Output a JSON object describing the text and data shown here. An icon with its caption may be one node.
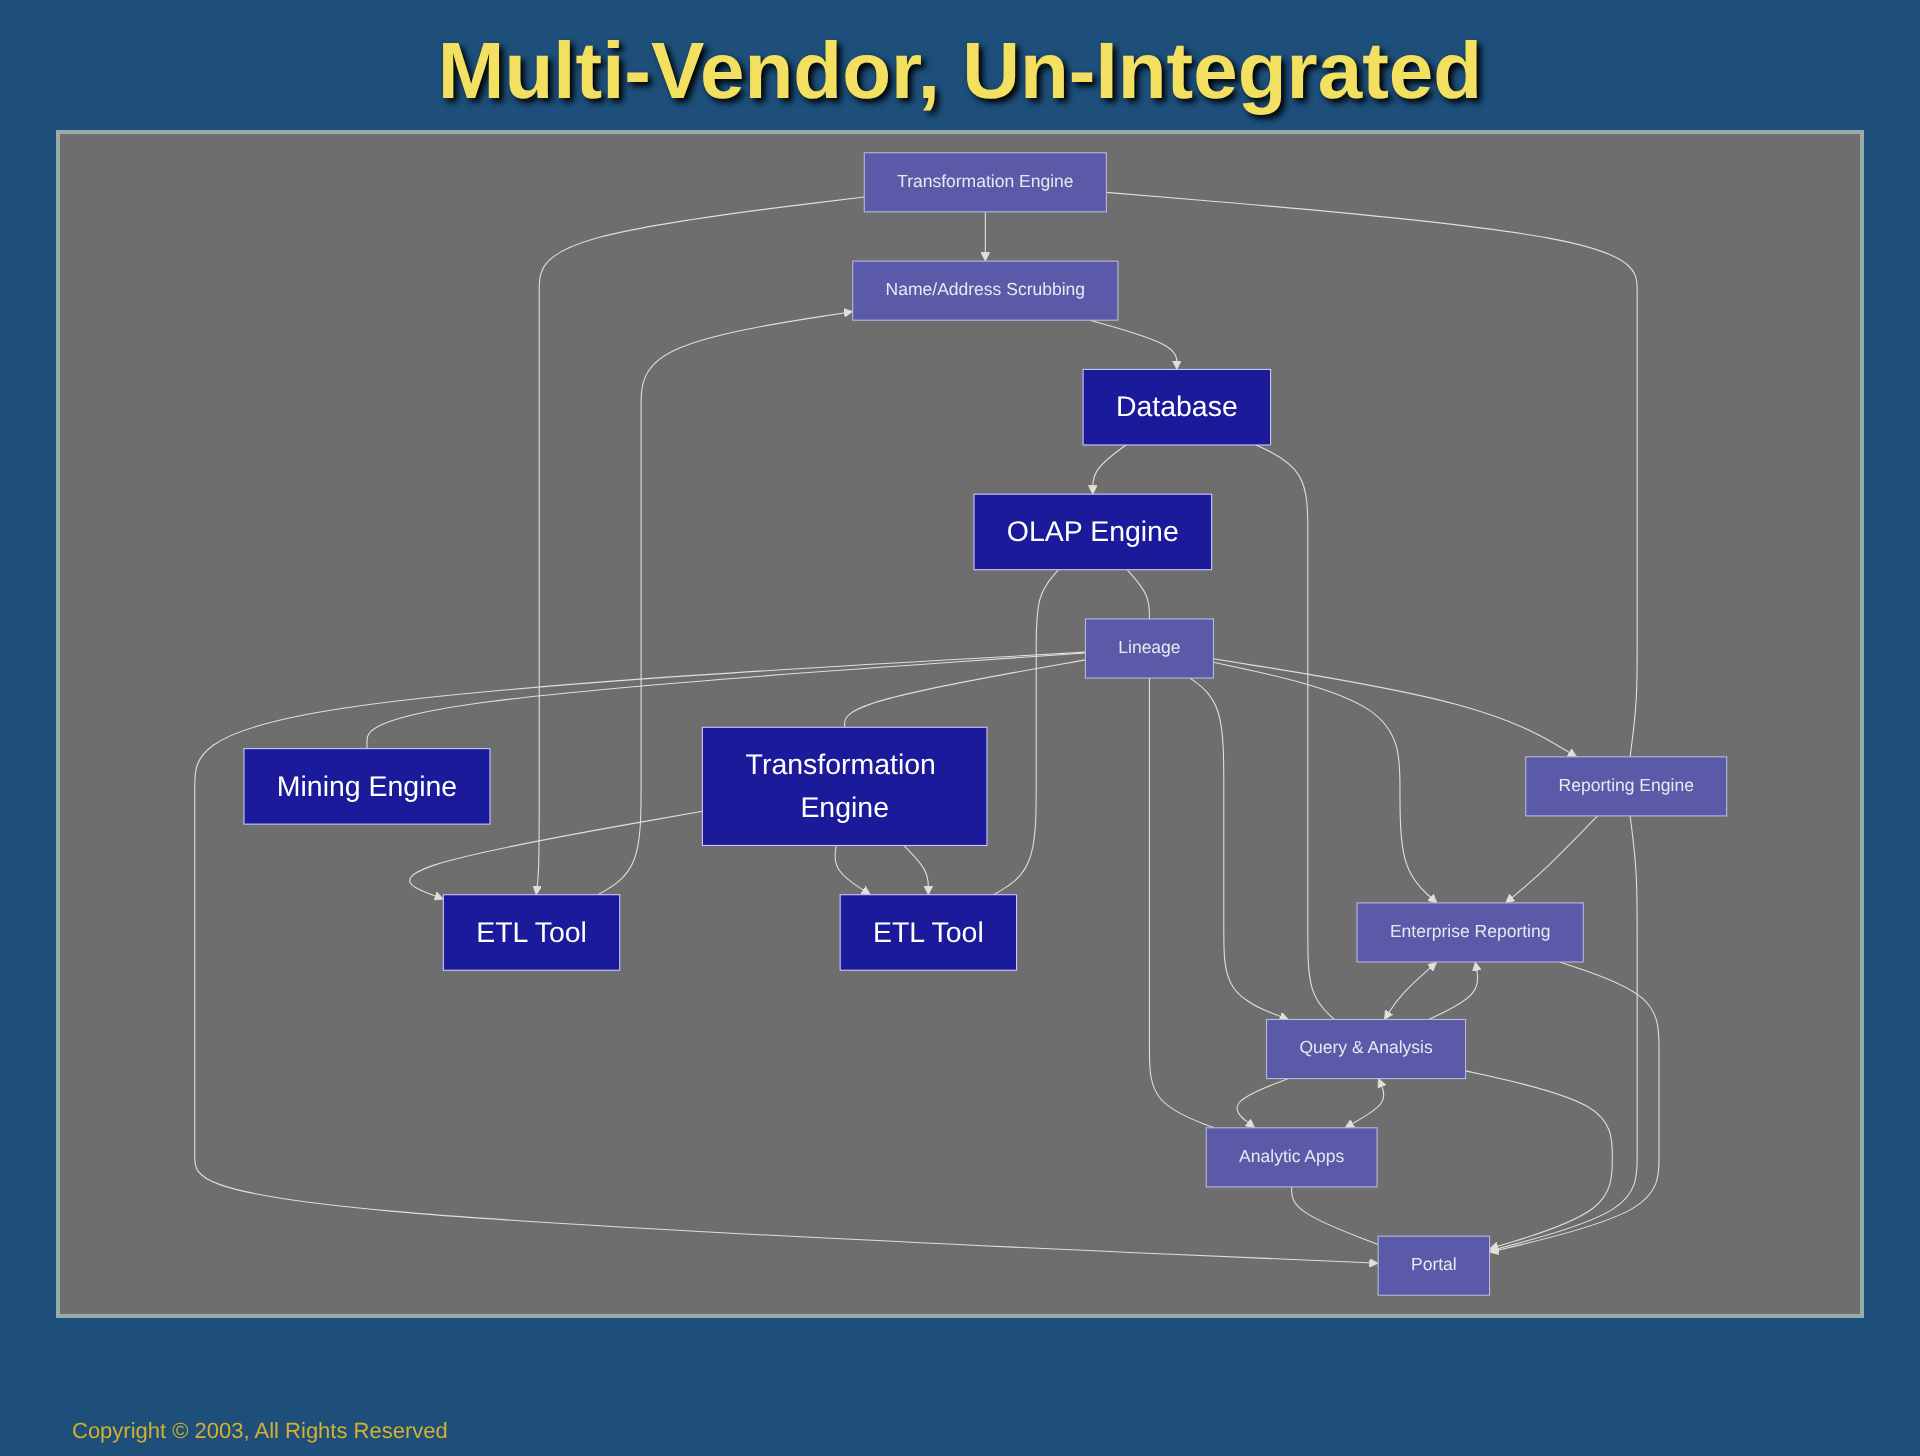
{
  "diagram": {
    "title": "Multi-Vendor, Un-Integrated",
    "caption": "Copyright © 2003, All Rights Reserved",
    "nodes": [
      {
        "text": [
          "ETL Tool"
        ]
      },
      {
        "text": [
          "OLAP Engine"
        ]
      },
      {
        "text": [
          "Lineage"
        ]
      },
      {
        "text": [
          "Analytic Apps"
        ]
      },
      {
        "text": [
          "Transformation Engine"
        ]
      },
      {
        "text": [
          "Mining Engine"
        ]
      },
      {
        "text": [
          "Portal"
        ]
      },
      {
        "text": [
          "ETL Tool"
        ]
      },
      {
        "text": [
          "Database"
        ]
      },
      {
        "text": [
          "Query & Analysis"
        ]
      },
      {
        "text": [
          "Transformation Engine"
        ]
      },
      {
        "text": [
          "Reporting Engine"
        ]
      },
      {
        "text": [
          "Name/Address Scrubbing"
        ]
      },
      {
        "text": [
          "Enterprise Reporting"
        ]
      }
    ],
    "edges": [
      {
        "from": 0,
        "to": 1,
        "arrow": "none"
      },
      {
        "from": 1,
        "to": 2,
        "arrow": "none"
      },
      {
        "from": 4,
        "to": 0,
        "arrow": "to"
      },
      {
        "from": 4,
        "to": 0,
        "arrow": "to"
      },
      {
        "from": 4,
        "to": 7,
        "arrow": "to"
      },
      {
        "from": 2,
        "to": 4,
        "arrow": "none"
      },
      {
        "from": 2,
        "to": 5,
        "arrow": "none"
      },
      {
        "from": 2,
        "to": 3,
        "arrow": "none"
      },
      {
        "from": 2,
        "to": 6,
        "arrow": "to"
      },
      {
        "from": 2,
        "to": 9,
        "arrow": "to"
      },
      {
        "from": 2,
        "to": 11,
        "arrow": "to"
      },
      {
        "from": 2,
        "to": 13,
        "arrow": "to"
      },
      {
        "from": 3,
        "to": 6,
        "arrow": "none"
      },
      {
        "from": 9,
        "to": 3,
        "arrow": "to"
      },
      {
        "from": 3,
        "to": 9,
        "arrow": "both"
      },
      {
        "from": 8,
        "to": 1,
        "arrow": "to"
      },
      {
        "from": 8,
        "to": 9,
        "arrow": "none"
      },
      {
        "from": 9,
        "to": 6,
        "arrow": "to"
      },
      {
        "from": 9,
        "to": 13,
        "arrow": "to"
      },
      {
        "from": 13,
        "to": 9,
        "arrow": "both"
      },
      {
        "from": 10,
        "to": 7,
        "arrow": "to"
      },
      {
        "from": 10,
        "to": 12,
        "arrow": "to"
      },
      {
        "from": 7,
        "to": 12,
        "arrow": "to"
      },
      {
        "from": 12,
        "to": 8,
        "arrow": "to"
      },
      {
        "from": 10,
        "to": 11,
        "arrow": "none"
      },
      {
        "from": 11,
        "to": 6,
        "arrow": "to"
      },
      {
        "from": 11,
        "to": 13,
        "arrow": "to"
      },
      {
        "from": 13,
        "to": 6,
        "arrow": "to"
      }
    ]
  }
}
